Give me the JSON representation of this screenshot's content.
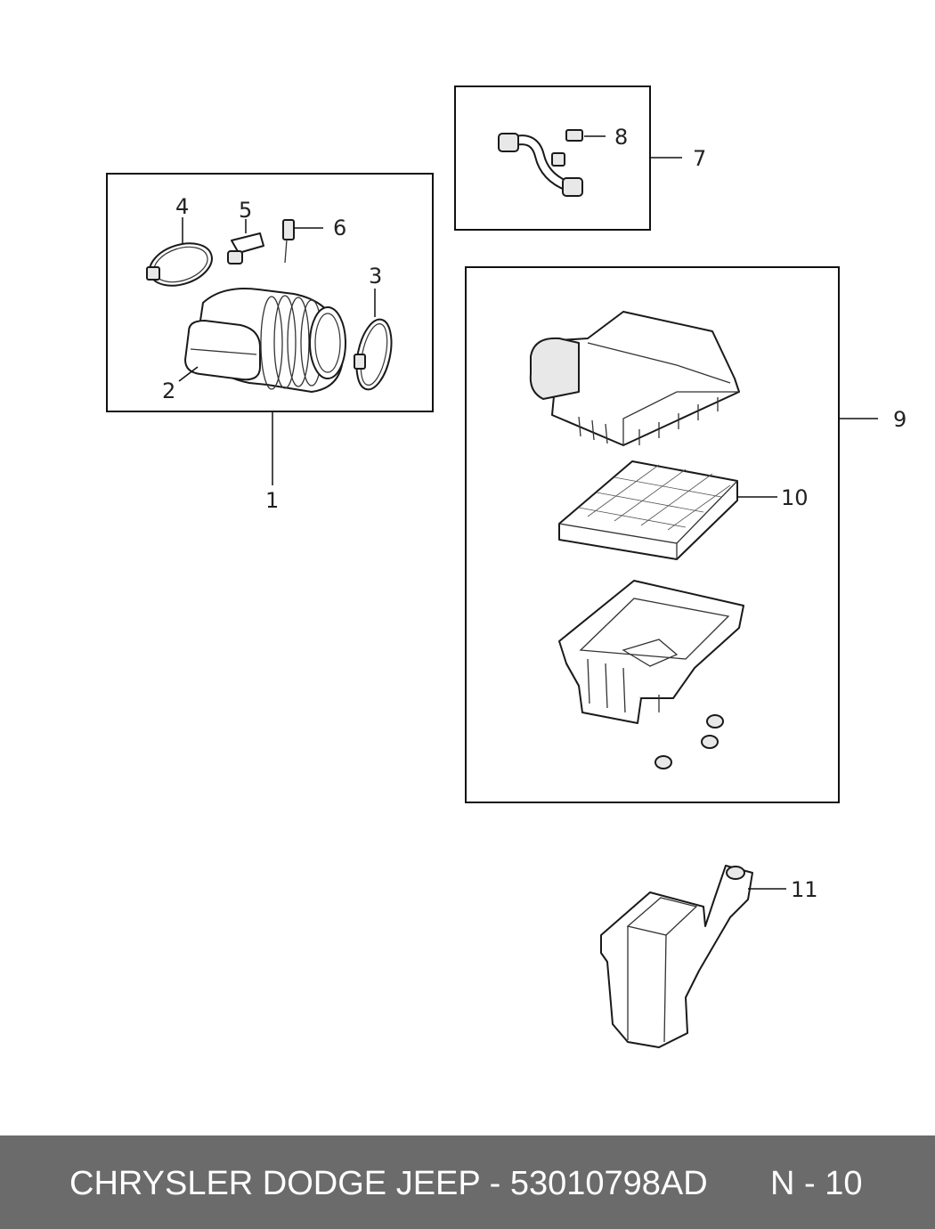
{
  "diagram": {
    "callouts": {
      "c1": "1",
      "c2": "2",
      "c3": "3",
      "c4": "4",
      "c5": "5",
      "c6": "6",
      "c7": "7",
      "c8": "8",
      "c9": "9",
      "c10": "10",
      "c11": "11"
    }
  },
  "footer": {
    "title": "CHRYSLER DODGE JEEP - 53010798AD",
    "page": "N - 10",
    "background": "#6b6b6b",
    "text_color": "#ffffff"
  }
}
